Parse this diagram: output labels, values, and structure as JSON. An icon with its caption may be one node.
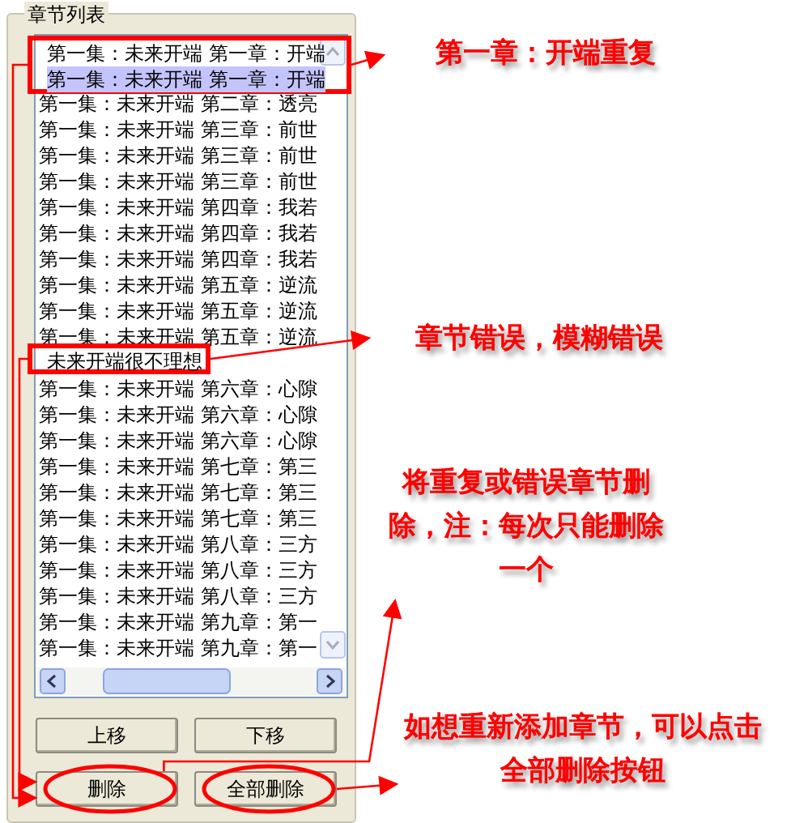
{
  "diagram": {
    "nodes": [
      {
        "text": [
          "章节列表"
        ]
      },
      {
        "text": [],
        "shape": "box",
        "in": 0
      },
      {
        "text": [
          "第一集：未来开端 第一章：开端",
          "第一集：未来开端 第一章：开端"
        ],
        "in": 1
      },
      {
        "text": [
          "未来开端很不理想"
        ],
        "in": 1
      },
      {
        "text": [
          "上移"
        ],
        "in": 0
      },
      {
        "text": [
          "下移"
        ],
        "in": 0
      },
      {
        "text": [
          "删除"
        ],
        "in": 0
      },
      {
        "text": [
          "全部删除"
        ],
        "in": 0
      },
      {
        "text": [
          "第一章：开端重复"
        ]
      },
      {
        "text": [
          "章节错误，模糊错误"
        ]
      },
      {
        "text": [
          "将重复或错误章节删除，注：每次只能删除一个"
        ]
      },
      {
        "text": [
          "如想重新添加章节，可以点击全部删除按钮"
        ]
      }
    ],
    "edges": [
      {
        "from": 2,
        "to": 8,
        "arrow": "to"
      },
      {
        "from": 3,
        "to": 9,
        "arrow": "to"
      },
      {
        "from": 2,
        "to": 6,
        "arrow": "to"
      },
      {
        "from": 3,
        "to": 6,
        "arrow": "to"
      },
      {
        "from": 6,
        "to": 10,
        "arrow": "to"
      },
      {
        "from": 7,
        "to": 11,
        "arrow": "to"
      }
    ],
    "labels": [
      "第一集：未来开端 第二章：透亮",
      "第一集：未来开端 第三章：前世",
      "第一集：未来开端 第三章：前世",
      "第一集：未来开端 第三章：前世",
      "第一集：未来开端 第四章：我若",
      "第一集：未来开端 第四章：我若",
      "第一集：未来开端 第四章：我若",
      "第一集：未来开端 第五章：逆流",
      "第一集：未来开端 第五章：逆流",
      "第一集：未来开端 第五章：逆流",
      "第一集：未来开端 第六章：心隙",
      "第一集：未来开端 第六章：心隙",
      "第一集：未来开端 第六章：心隙",
      "第一集：未来开端 第七章：第三",
      "第一集：未来开端 第七章：第三",
      "第一集：未来开端 第七章：第三",
      "第一集：未来开端 第八章：三方",
      "第一集：未来开端 第八章：三方",
      "第一集：未来开端 第八章：三方",
      "第一集：未来开端 第九章：第一",
      "第一集：未来开端 第九章：第一"
    ]
  }
}
